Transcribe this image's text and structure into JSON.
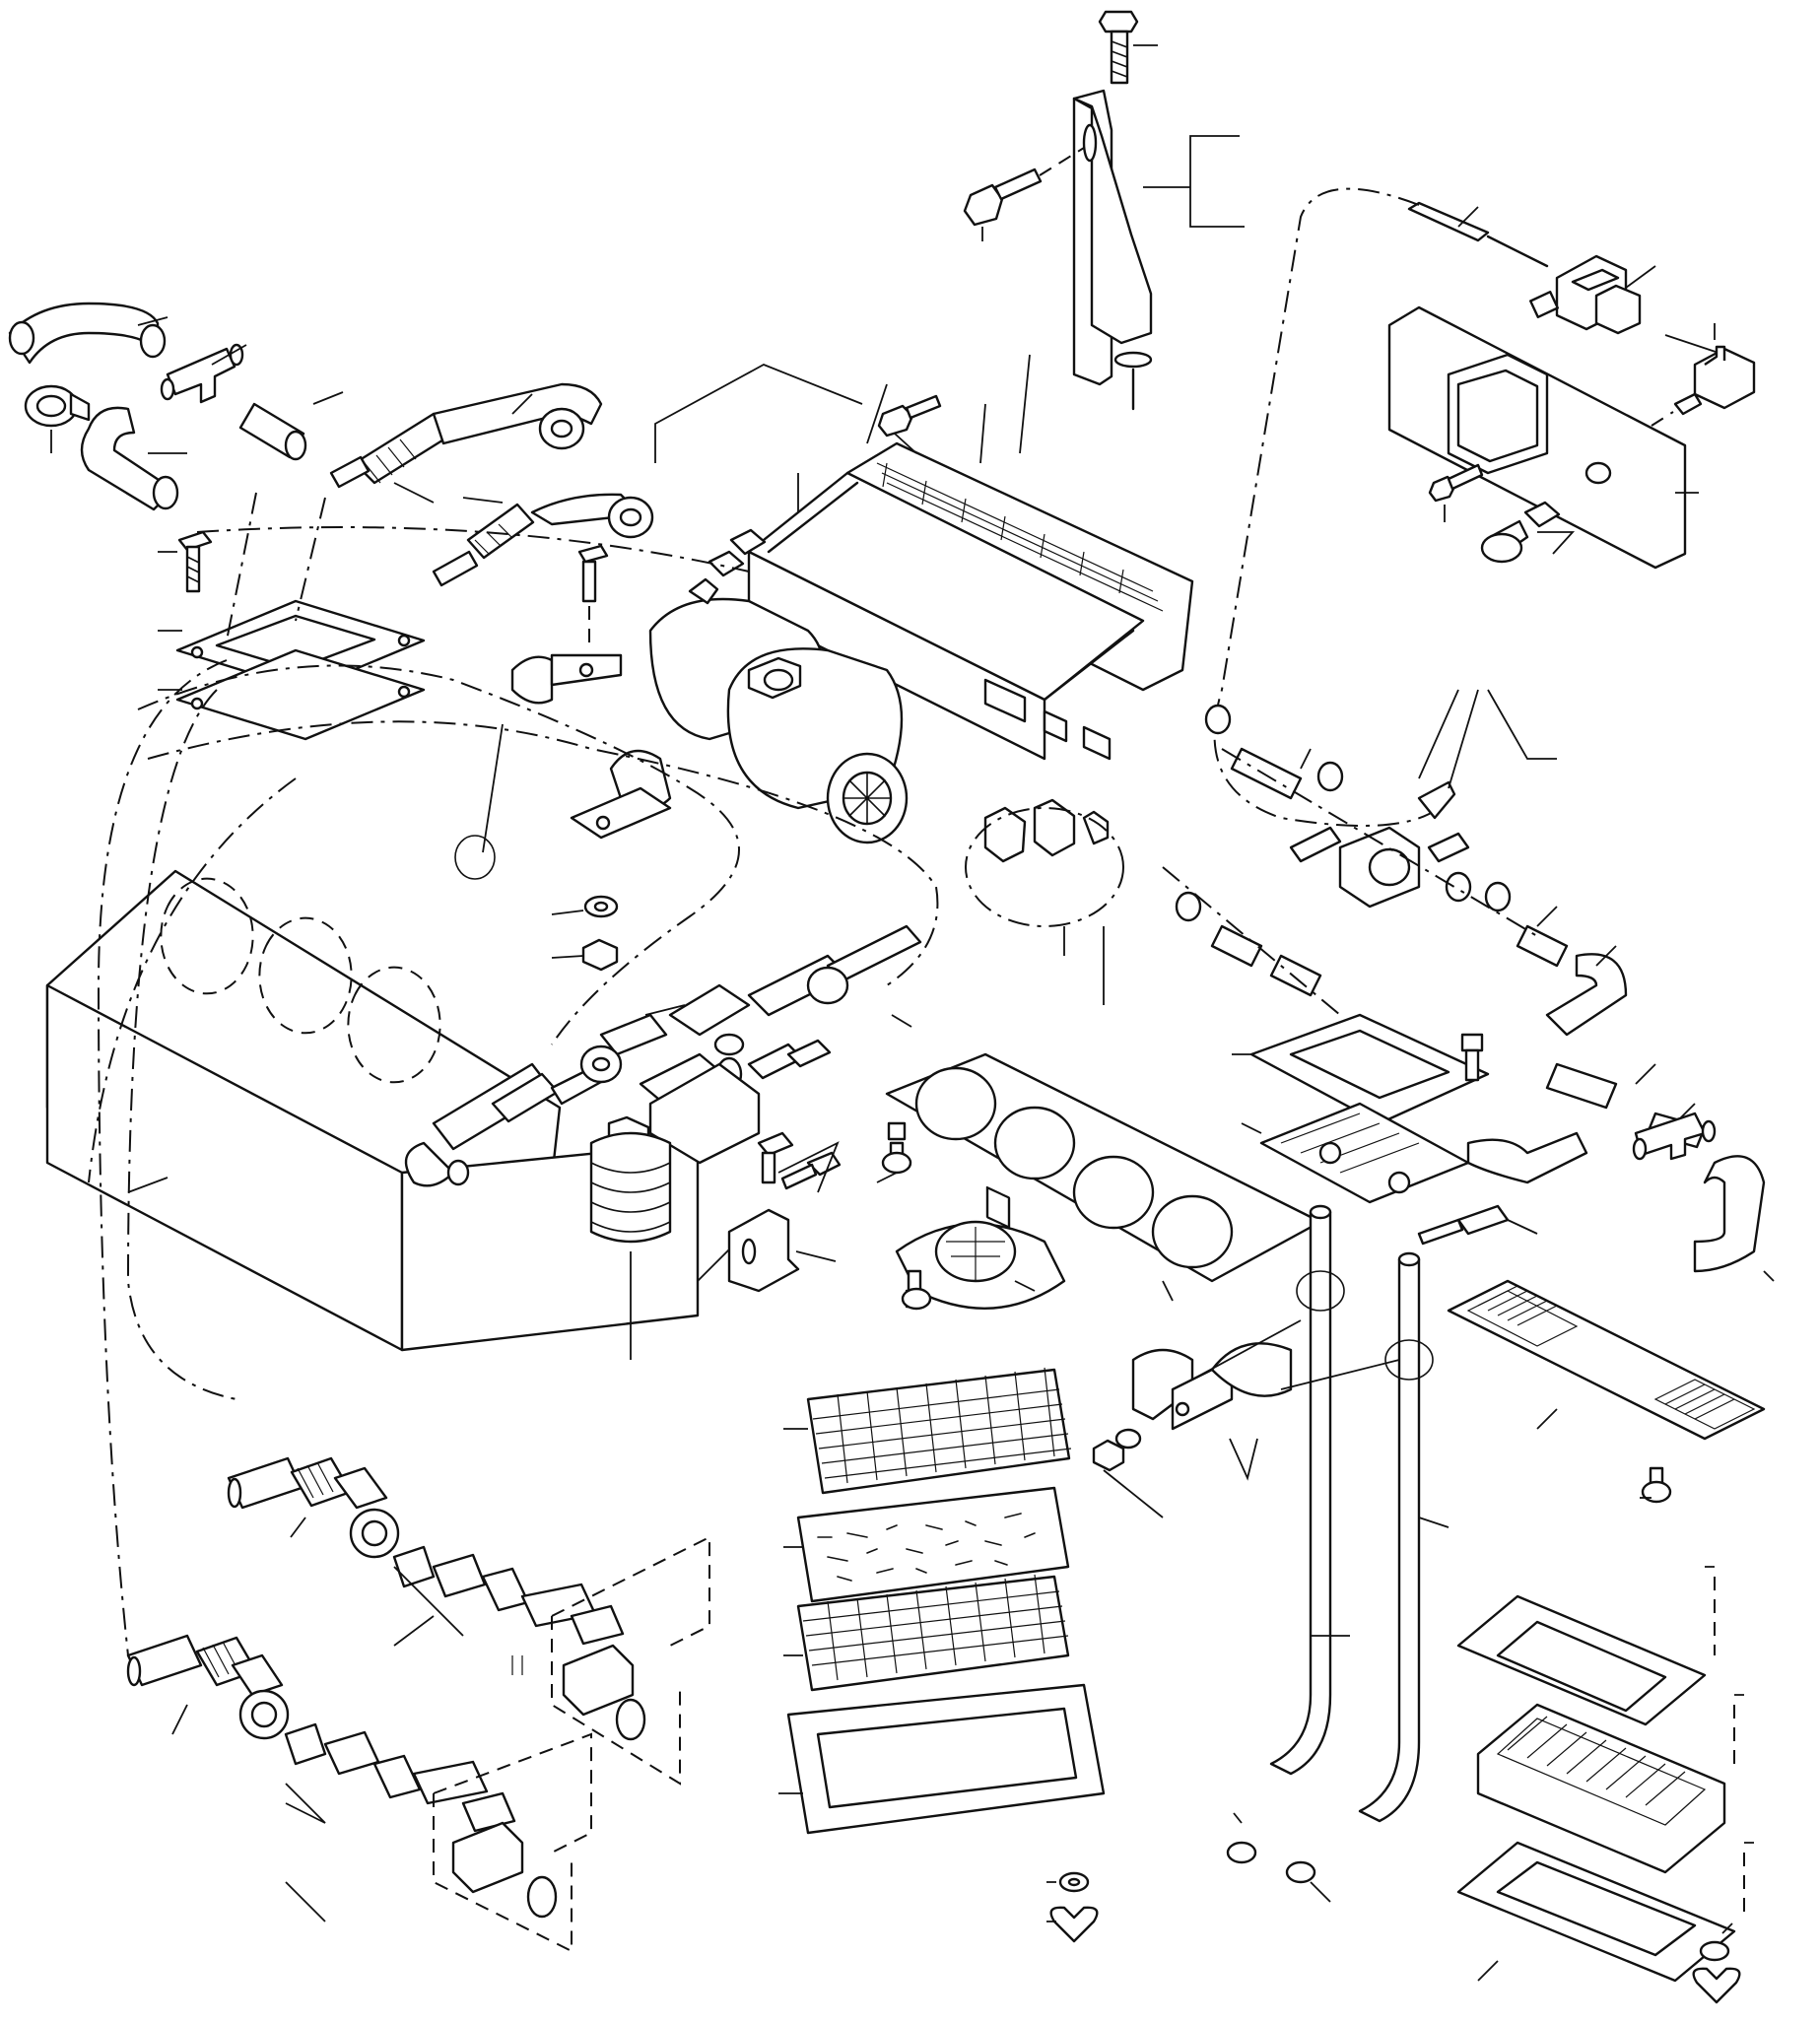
{
  "diagram": {
    "components": [
      "heater-unit",
      "blower-fan",
      "core-housing",
      "mounting-bracket",
      "heater-control-panel",
      "toggle-switch",
      "control-valve",
      "water-hose",
      "hose-connector",
      "hose-clamp",
      "mounting-flange",
      "gasket",
      "radiator-tank",
      "drain-valve",
      "filter-screen",
      "filter-pad",
      "filter-frame",
      "floor-grille",
      "duct-pipe",
      "pipe-clamp",
      "defroster-outlet",
      "wing-nut",
      "bolt",
      "nut",
      "washer"
    ]
  }
}
